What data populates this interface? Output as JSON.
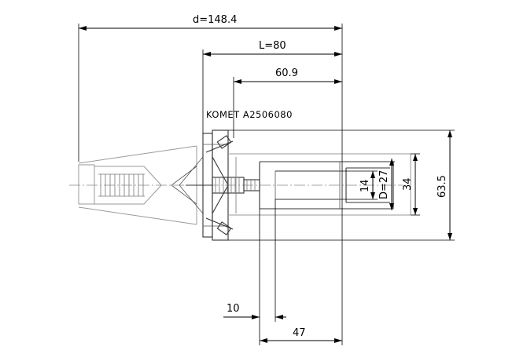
{
  "labels": {
    "overall_length": "d=148.4",
    "length_L": "L=80",
    "depth_60_9": "60.9",
    "part_number": "KOMET A2506080",
    "inner_dia_14": "14",
    "bore_dia": "D=27",
    "outer_dia_34": "34",
    "flange_dia": "63.5",
    "offset_10": "10",
    "length_47": "47"
  }
}
